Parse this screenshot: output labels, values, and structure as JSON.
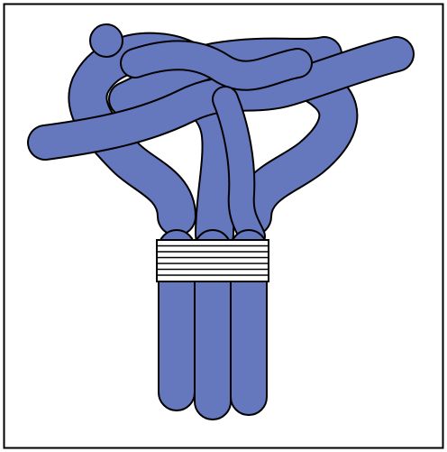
{
  "figure": {
    "subject": "knot-illustration",
    "colors": {
      "background": "#ffffff",
      "border": "#000000",
      "rope_fill": "#6577bd",
      "rope_outline": "#000000",
      "whipping": "#ffffff"
    },
    "rope_strand_count": 3,
    "whipping_turns": 6
  }
}
